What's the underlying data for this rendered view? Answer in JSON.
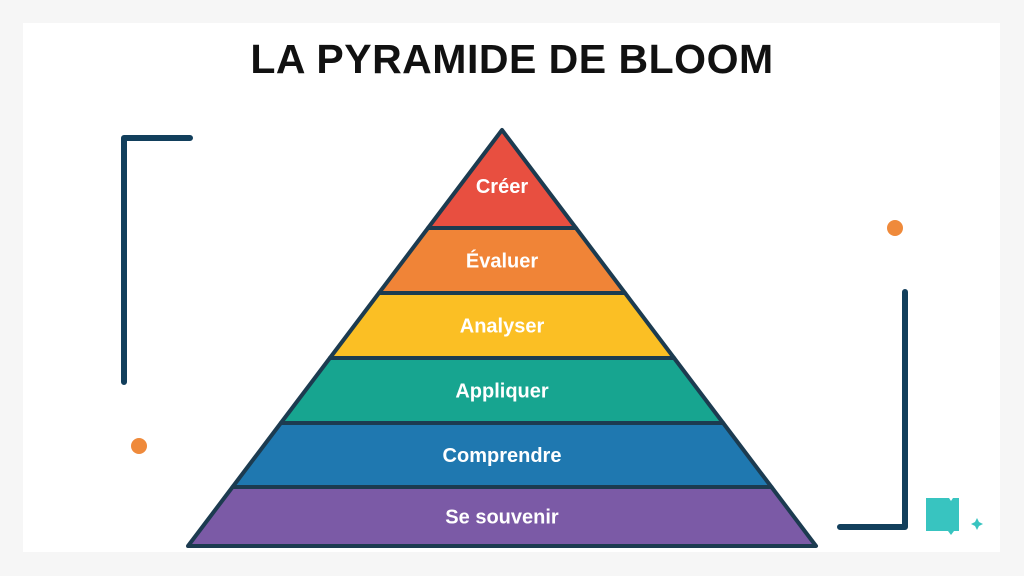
{
  "title": "LA PYRAMIDE DE BLOOM",
  "levels": [
    {
      "label": "Créer",
      "color": "#e84f40"
    },
    {
      "label": "Évaluer",
      "color": "#f08437"
    },
    {
      "label": "Analyser",
      "color": "#fbbf24"
    },
    {
      "label": "Appliquer",
      "color": "#17a590"
    },
    {
      "label": "Comprendre",
      "color": "#1f78b0"
    },
    {
      "label": "Se souvenir",
      "color": "#7b5aa6"
    }
  ],
  "colors": {
    "outline": "#1c3b50",
    "bracket": "#123f5c",
    "dot": "#ef8a3b",
    "logo": "#38c4c0"
  }
}
